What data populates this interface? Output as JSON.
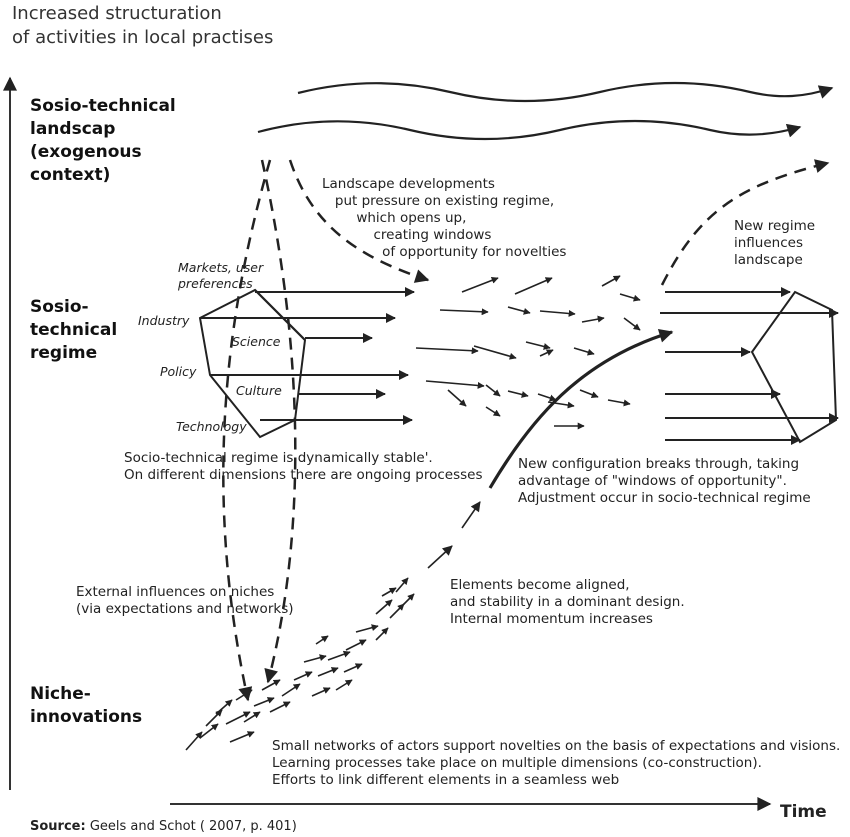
{
  "y_axis_label": "Increased structuration\nof activities in local practises",
  "x_axis_label": "Time",
  "levels": {
    "landscape": "Sosio-technical\nlandscap\n(exogenous\ncontext)",
    "regime": "Sosio-\ntechnical\nregime",
    "niche": "Niche-\ninnovations"
  },
  "regime_dimensions": {
    "markets": "Markets, user\npreferences",
    "industry": "Industry",
    "science": "Science",
    "policy": "Policy",
    "culture": "Culture",
    "technology": "Technology"
  },
  "annotations": {
    "landscape_pressure": "Landscape developments\n   put pressure on existing regime,\n        which opens up,\n            creating windows\n              of opportunity for novelties",
    "new_regime": "New regime\ninfluences\nlandscape",
    "regime_stable": "Socio-technical regime is dynamically stable'.\nOn different dimensions there are ongoing processes",
    "breakthrough": "New configuration breaks through, taking\nadvantage of \"windows of opportunity\".\nAdjustment occur in socio-technical regime",
    "external_influences": "External influences on niches\n(via expectations and networks)",
    "aligned": "Elements become aligned,\nand stability in a dominant design.\nInternal momentum increases",
    "small_networks": "Small networks of actors support novelties on the basis of expectations and visions.\nLearning processes take place on multiple dimensions (co-construction).\nEfforts to link different elements in a seamless web"
  },
  "source": {
    "label": "Source:",
    "text": " Geels and Schot ( 2007, p. 401)"
  }
}
